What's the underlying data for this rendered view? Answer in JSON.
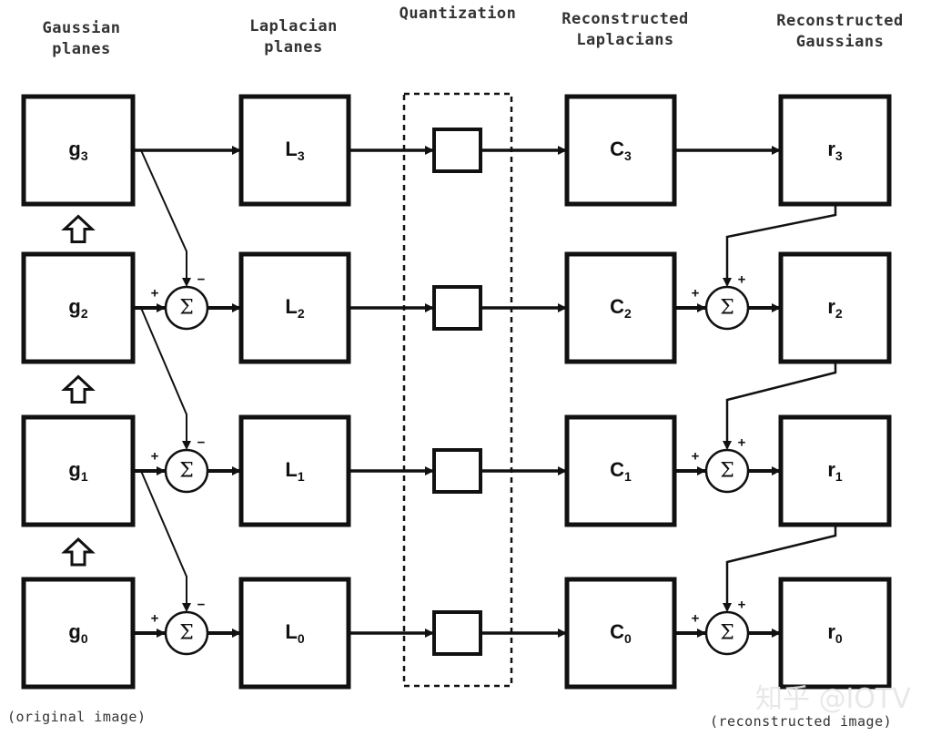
{
  "headers": {
    "gaussian": "Gaussian\nplanes",
    "laplacian": "Laplacian\nplanes",
    "quantization": "Quantization",
    "reconstructed_laplacians": "Reconstructed\nLaplacians",
    "reconstructed_gaussians": "Reconstructed\nGaussians"
  },
  "footers": {
    "left": "(original image)",
    "right": "(reconstructed image)"
  },
  "watermark": "知乎 @IOTV",
  "levels": [
    {
      "g": "g",
      "L": "L",
      "C": "C",
      "r": "r",
      "sub": "3",
      "has_sum": false
    },
    {
      "g": "g",
      "L": "L",
      "C": "C",
      "r": "r",
      "sub": "2",
      "has_sum": true
    },
    {
      "g": "g",
      "L": "L",
      "C": "C",
      "r": "r",
      "sub": "1",
      "has_sum": true
    },
    {
      "g": "g",
      "L": "L",
      "C": "C",
      "r": "r",
      "sub": "0",
      "has_sum": true
    }
  ],
  "sum_symbol": "Σ",
  "signs": {
    "plus": "+",
    "minus": "−"
  }
}
